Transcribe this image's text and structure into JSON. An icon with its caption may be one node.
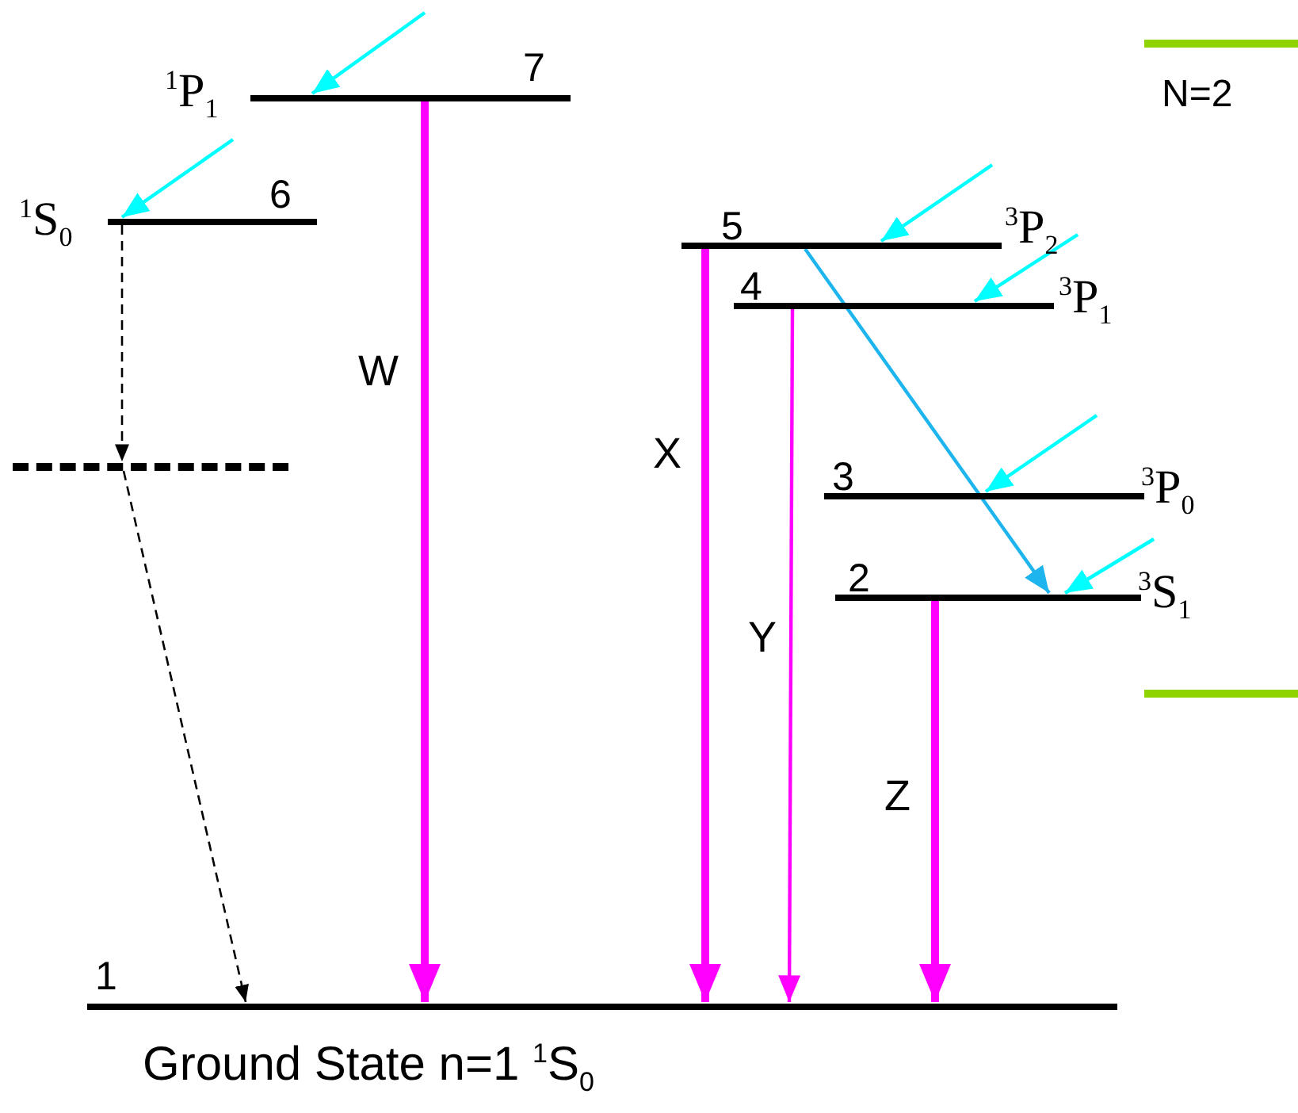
{
  "diagram": {
    "nodes": [
      {
        "text": [
          "7"
        ],
        "beside": [
          "$^{1}$P$_{1}$"
        ]
      },
      {
        "text": [
          "6"
        ],
        "beside": [
          "$^{1}$S$_{0}$"
        ]
      },
      {
        "text": [
          "5"
        ],
        "beside": [
          "$^{3}$P$_{2}$"
        ]
      },
      {
        "text": [
          "4"
        ],
        "beside": [
          "$^{3}$P$_{1}$"
        ]
      },
      {
        "text": [
          "3"
        ],
        "beside": [
          "$^{3}$P$_{0}$"
        ]
      },
      {
        "text": [],
        "shape": "bar"
      },
      {
        "text": [
          "2"
        ],
        "beside": [
          "$^{3}$S$_{1}$"
        ]
      },
      {
        "text": [
          "1"
        ],
        "beside": [
          "Ground State n=1  $^{1}$S$_{0}$"
        ]
      }
    ],
    "edges": [
      {
        "from": null,
        "to": 0,
        "arrow": "to",
        "color": "#00ffff"
      },
      {
        "from": null,
        "to": 1,
        "arrow": "to",
        "color": "#00ffff"
      },
      {
        "from": null,
        "to": 2,
        "arrow": "to",
        "color": "#00ffff"
      },
      {
        "from": null,
        "to": 3,
        "arrow": "to",
        "color": "#00ffff"
      },
      {
        "from": null,
        "to": 4,
        "arrow": "to",
        "color": "#00ffff"
      },
      {
        "from": null,
        "to": 6,
        "arrow": "to",
        "color": "#00ffff"
      },
      {
        "from": 0,
        "to": 7,
        "arrow": "to",
        "label": "W",
        "style": "thick",
        "color": "#ff00ff"
      },
      {
        "from": 2,
        "to": 7,
        "arrow": "to",
        "label": "X",
        "style": "thick",
        "color": "#ff00ff"
      },
      {
        "from": 3,
        "to": 7,
        "arrow": "to",
        "label": "Y",
        "color": "#ff00ff"
      },
      {
        "from": 6,
        "to": 7,
        "arrow": "to",
        "label": "Z",
        "style": "thick",
        "color": "#ff00ff"
      },
      {
        "from": 2,
        "to": 6,
        "arrow": "to",
        "color": "#1eb4ee"
      },
      {
        "from": 1,
        "to": 5,
        "arrow": "to",
        "style": "dashed",
        "color": "#000000"
      },
      {
        "from": 5,
        "to": 7,
        "arrow": "to",
        "style": "dashed",
        "color": "#000000"
      }
    ],
    "labels": [
      "N=2"
    ]
  }
}
